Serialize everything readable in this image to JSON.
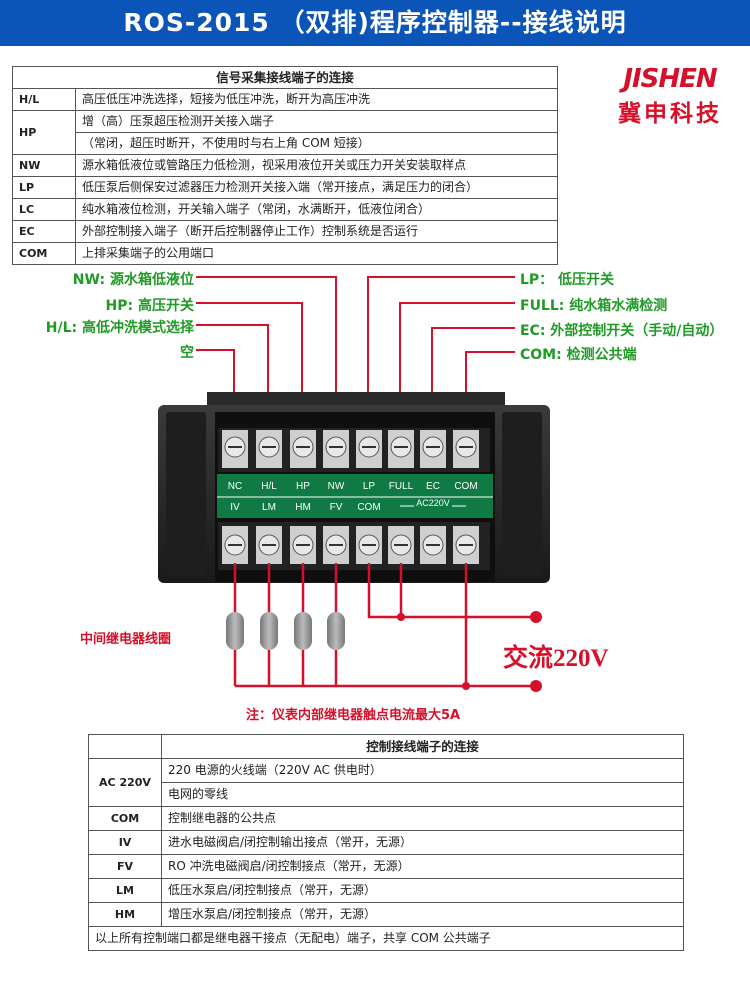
{
  "title": "ROS-2015 （双排)程序控制器--接线说明",
  "logo": {
    "mark": "JISHEN",
    "company": "冀申科技"
  },
  "signal_table": {
    "header": "信号采集接线端子的连接",
    "rows": [
      {
        "key": "H/L",
        "desc": "高压低压冲洗选择，短接为低压冲洗，断开为高压冲洗"
      },
      {
        "key": "HP",
        "desc": "增（高）压泵超压检测开关接入端子",
        "desc2": "（常闭，超压时断开，不使用时与右上角 COM 短接）"
      },
      {
        "key": "NW",
        "desc": "源水箱低液位或管路压力低检测，视采用液位开关或压力开关安装取样点"
      },
      {
        "key": "LP",
        "desc": "低压泵后侧保安过滤器压力检测开关接入端（常开接点，满足压力的闭合）"
      },
      {
        "key": "LC",
        "desc": "纯水箱液位检测，开关输入端子（常闭，水满断开，低液位闭合）"
      },
      {
        "key": "EC",
        "desc": "外部控制接入端子（断开后控制器停止工作）控制系统是否运行"
      },
      {
        "key": "COM",
        "desc": "上排采集端子的公用端口"
      }
    ]
  },
  "labels_left": [
    {
      "text": "NW: 源水箱低液位"
    },
    {
      "text": "HP: 高压开关"
    },
    {
      "text": "H/L: 高低冲洗模式选择"
    },
    {
      "text": "空"
    }
  ],
  "labels_right": [
    {
      "text": "LP： 低压开关"
    },
    {
      "text": "FULL: 纯水箱水满检测"
    },
    {
      "text": "EC: 外部控制开关（手动/自动）"
    },
    {
      "text": "COM: 检测公共端"
    }
  ],
  "terminal": {
    "top_labels": [
      "NC",
      "H/L",
      "HP",
      "NW",
      "LP",
      "FULL",
      "EC",
      "COM"
    ],
    "bottom_labels": [
      "IV",
      "LM",
      "HM",
      "FV",
      "COM"
    ],
    "ac_label": "AC220V"
  },
  "relay_label": "中间继电器线圈",
  "ac_label": "交流220V",
  "note": "注：仪表内部继电器触点电流最大5A",
  "control_table": {
    "header": "控制接线端子的连接",
    "rows": [
      {
        "key": "AC 220V",
        "desc": "220 电源的火线端（220V AC 供电时）"
      },
      {
        "key": "",
        "desc": "电网的零线"
      },
      {
        "key": "COM",
        "desc": "控制继电器的公共点"
      },
      {
        "key": "IV",
        "desc": "进水电磁阀启/闭控制输出接点（常开，无源）"
      },
      {
        "key": "FV",
        "desc": "RO 冲洗电磁阀启/闭控制接点（常开，无源）"
      },
      {
        "key": "LM",
        "desc": "低压水泵启/闭控制接点（常开，无源）"
      },
      {
        "key": "HM",
        "desc": "增压水泵启/闭控制接点（常开，无源）"
      }
    ],
    "footer": "以上所有控制端口都是继电器干接点（无配电）端子，共享 COM 公共端子"
  },
  "colors": {
    "title_bg": "#0b55b8",
    "label_green": "#1f9b25",
    "accent_red": "#d6102a",
    "wire_red": "#d6102a"
  }
}
